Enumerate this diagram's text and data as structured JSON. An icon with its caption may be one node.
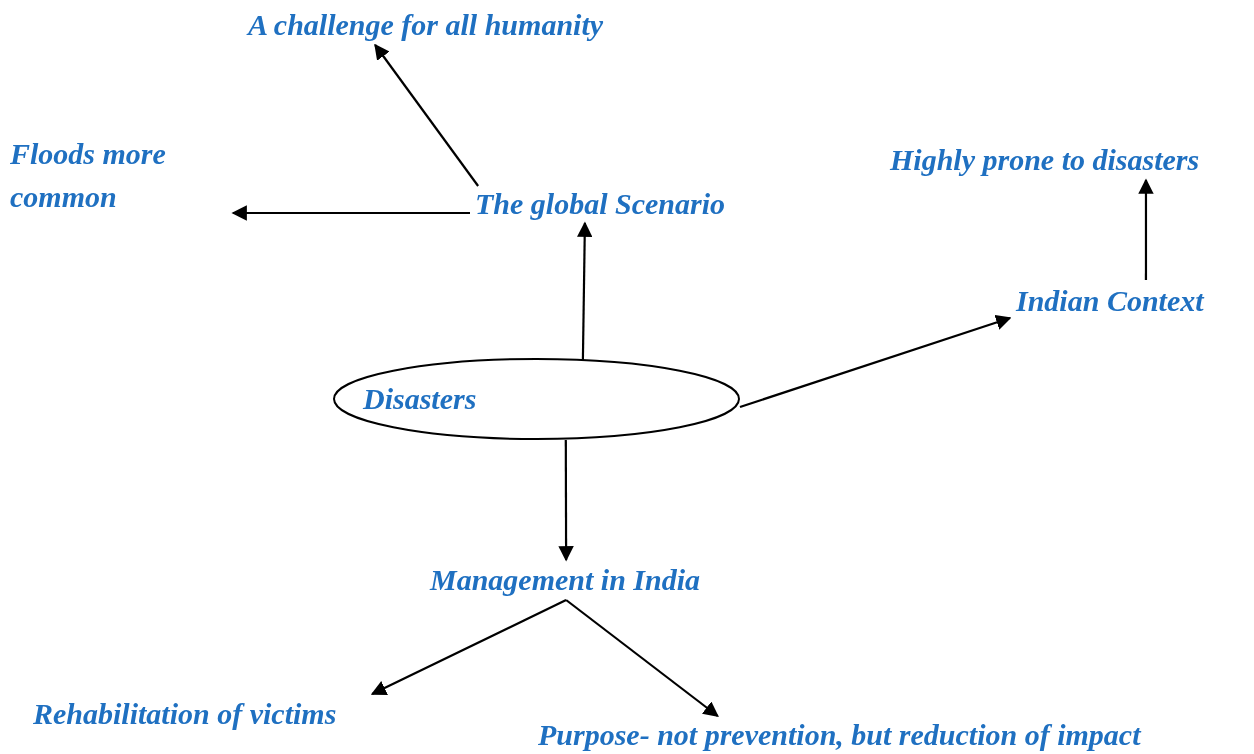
{
  "diagram": {
    "nodes": [
      {
        "text": [
          "Disasters"
        ]
      },
      {
        "text": [
          "The global Scenario"
        ]
      },
      {
        "text": [
          "A challenge for all humanity"
        ]
      },
      {
        "text": [
          "Floods more common"
        ]
      },
      {
        "text": [
          "Indian Context"
        ]
      },
      {
        "text": [
          "Highly prone to disasters"
        ]
      },
      {
        "text": [
          "Management in India"
        ]
      },
      {
        "text": [
          "Rehabilitation of victims"
        ]
      },
      {
        "text": [
          "Purpose- not prevention, but reduction of impact"
        ]
      }
    ],
    "edges": [
      {
        "from": 0,
        "to": 1,
        "arrow": "to"
      },
      {
        "from": 1,
        "to": 2,
        "arrow": "to"
      },
      {
        "from": 1,
        "to": 3,
        "arrow": "to"
      },
      {
        "from": 0,
        "to": 4,
        "arrow": "to"
      },
      {
        "from": 4,
        "to": 5,
        "arrow": "to"
      },
      {
        "from": 0,
        "to": 6,
        "arrow": "to"
      },
      {
        "from": 6,
        "to": 7,
        "arrow": "to"
      },
      {
        "from": 6,
        "to": 8,
        "arrow": "to"
      }
    ]
  }
}
